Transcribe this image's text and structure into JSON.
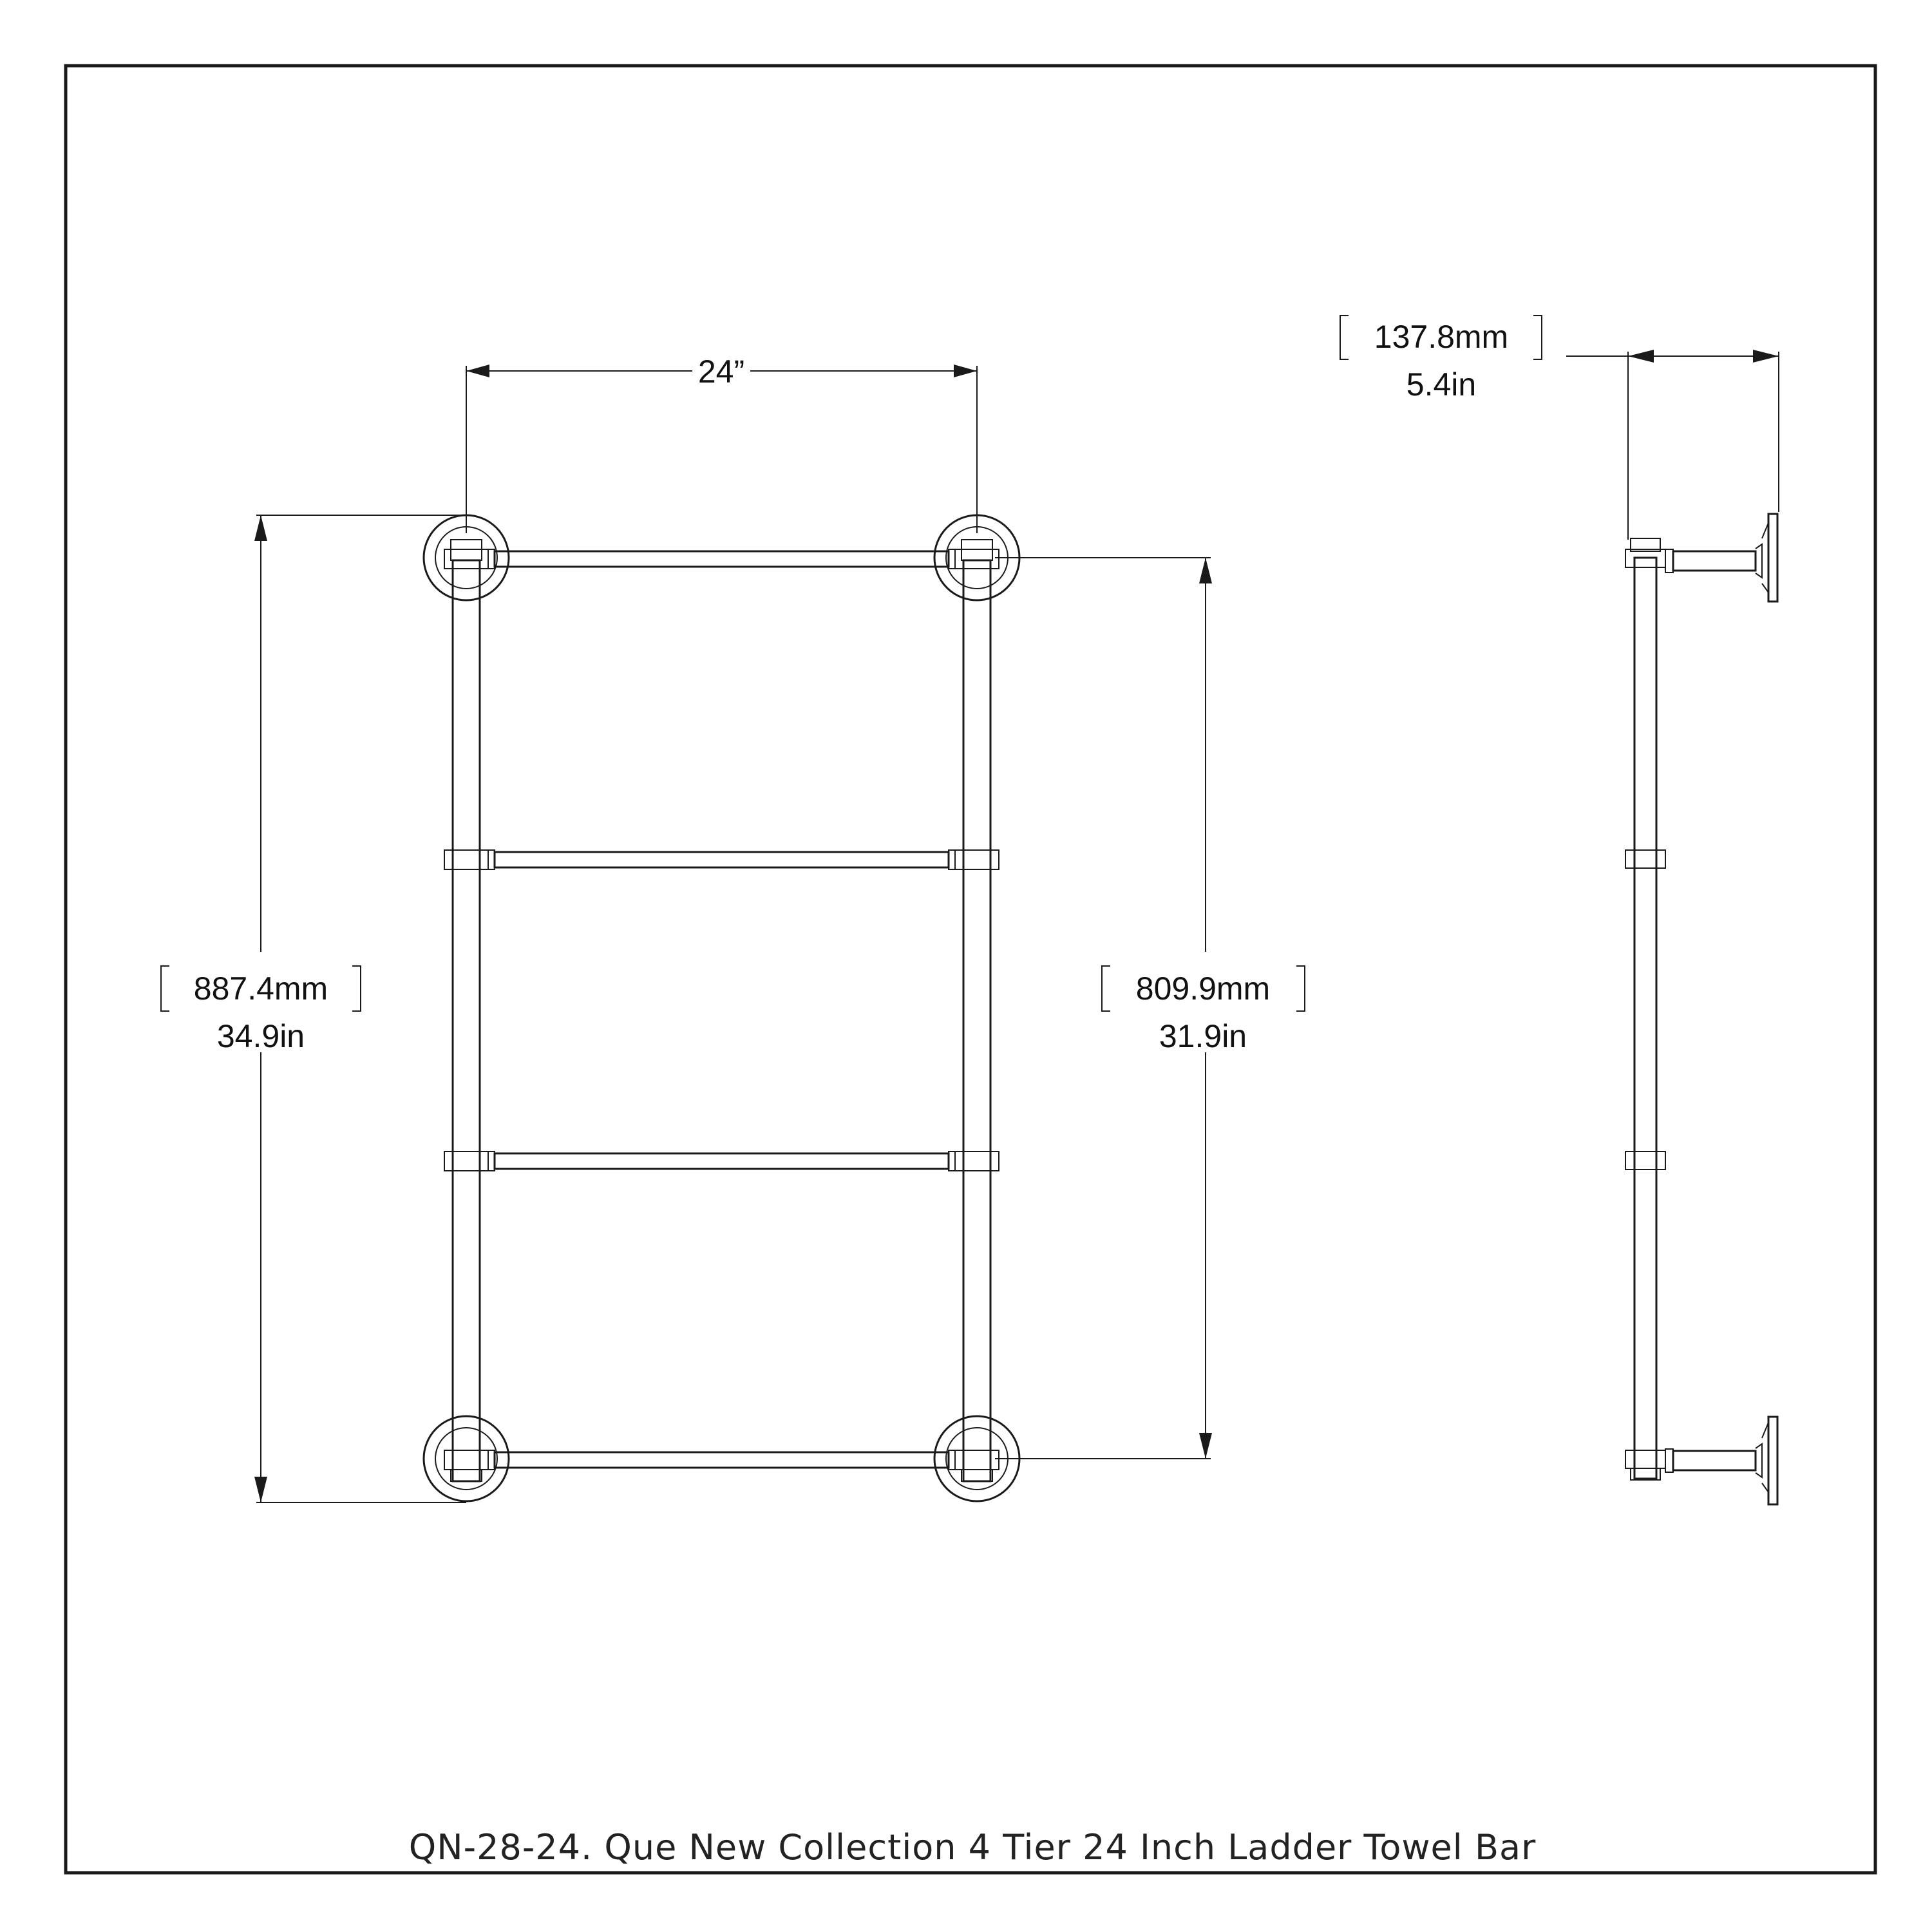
{
  "title": "QN-28-24. Que New Collection 4 Tier 24 Inch Ladder Towel Bar",
  "dimensions": {
    "width": {
      "text": "24”"
    },
    "overall_height": {
      "mm": "887.4mm",
      "in": "34.9in"
    },
    "bar_spacing": {
      "mm": "809.9mm",
      "in": "31.9in"
    },
    "projection": {
      "mm": "137.8mm",
      "in": "5.4in"
    }
  },
  "product": {
    "tiers": 4,
    "views": [
      "front-view",
      "side-view"
    ]
  }
}
